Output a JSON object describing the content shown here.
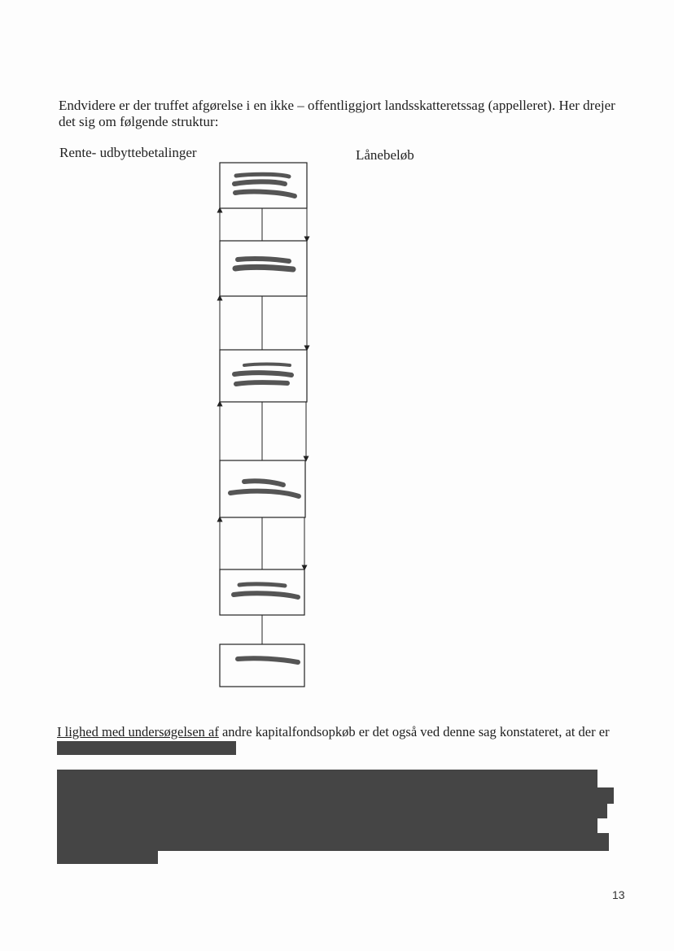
{
  "document": {
    "intro_paragraph": "Endvidere er der truffet afgørelse i en ikke – offentliggjort landsskatteretssag (appelleret). Her drejer det sig om følgende struktur:",
    "conclusion_underlined": "I lighed med undersøgelsen af",
    "conclusion_rest": " andre kapitalfondsopkøb er det også ved denne sag konstateret, at der er",
    "page_number": "13"
  },
  "diagram": {
    "left_label": "Rente- udbyttebetalinger",
    "right_label": "Lånebeløb",
    "box_count": 6,
    "box_contents": "redacted",
    "redaction_color": "#454545"
  }
}
